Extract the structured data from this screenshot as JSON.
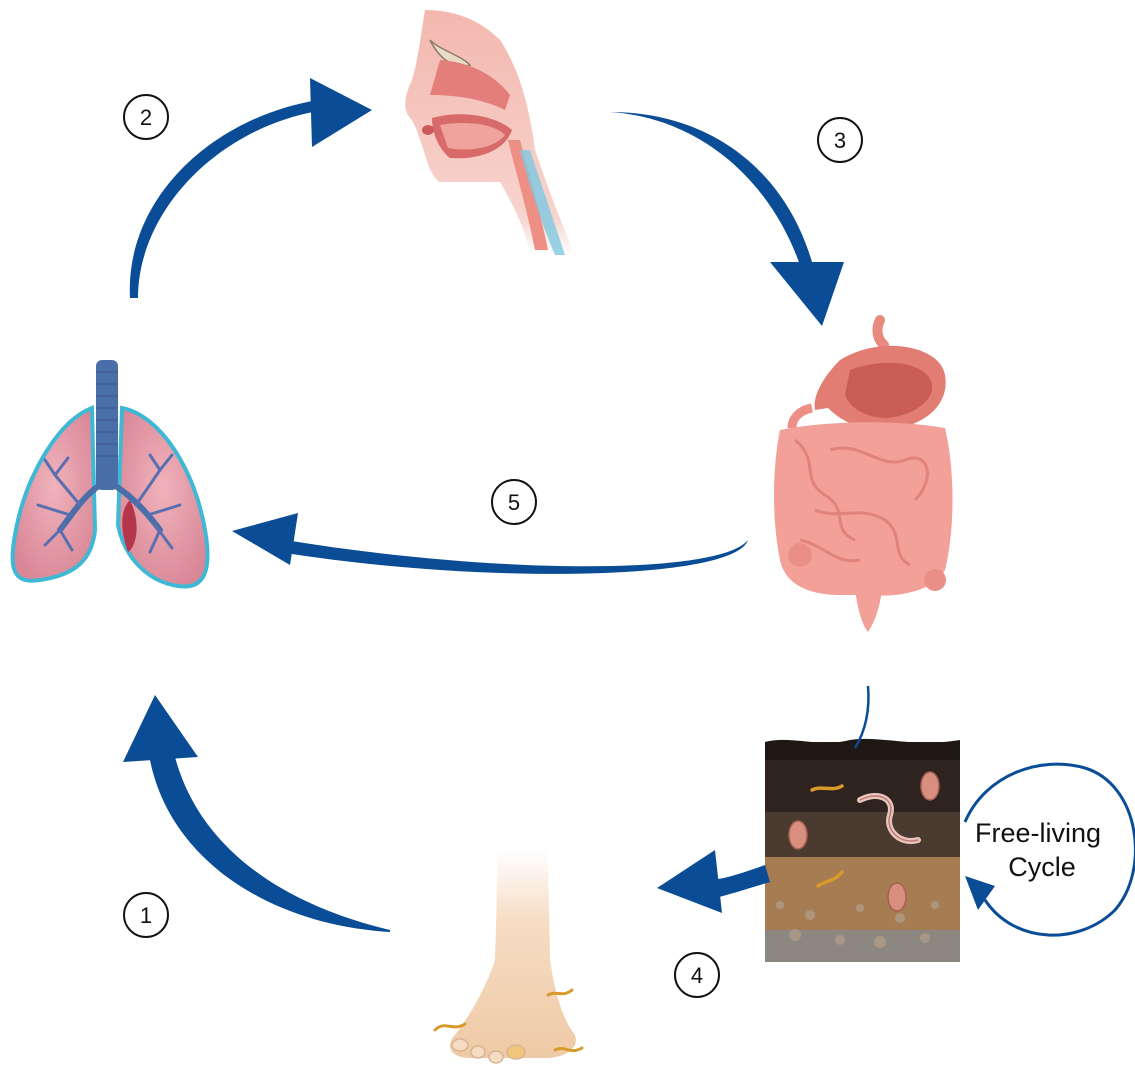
{
  "colors": {
    "arrow": "#0a4d96",
    "lung_fill": "#e89aa6",
    "lung_outline": "#3fb8d6",
    "trachea": "#4a6fa8",
    "tissue_pink": "#f2a6a0",
    "soil_dark": "#2e231e",
    "soil_mid": "#4a3a30",
    "soil_light": "#a67c52",
    "larva": "#d89a2b",
    "skin": "#f3d4b4"
  },
  "steps": [
    {
      "id": "1",
      "label": "1"
    },
    {
      "id": "2",
      "label": "2"
    },
    {
      "id": "3",
      "label": "3"
    },
    {
      "id": "4",
      "label": "4"
    },
    {
      "id": "5",
      "label": "5"
    }
  ],
  "free_living": {
    "line1": "Free-living",
    "line2": "Cycle"
  },
  "organs": [
    "lungs-icon",
    "head-airway-icon",
    "digestive-tract-icon",
    "soil-sample-icon",
    "foot-icon"
  ]
}
